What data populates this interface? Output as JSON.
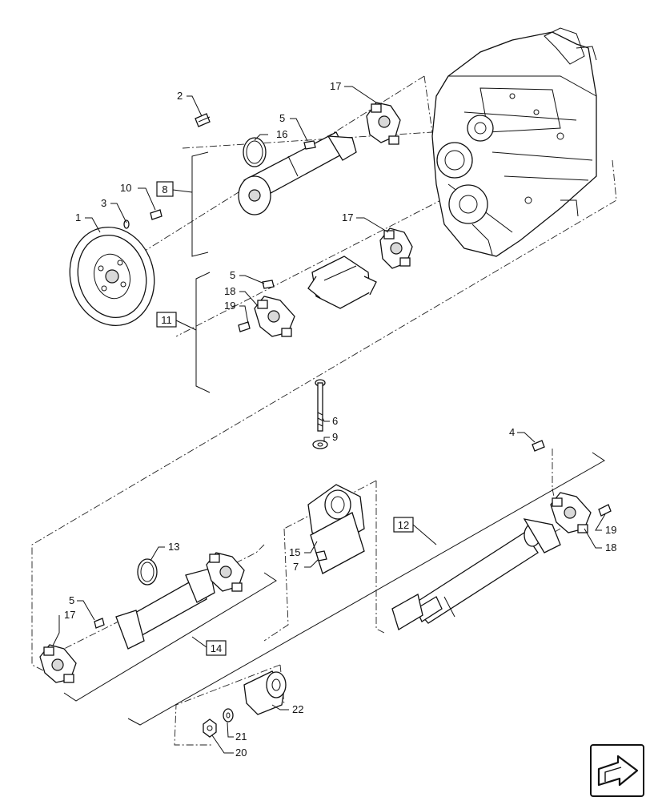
{
  "callouts": {
    "c1": "1",
    "c2": "2",
    "c3": "3",
    "c4": "4",
    "c5a": "5",
    "c5b": "5",
    "c5c": "5",
    "c6": "6",
    "c7": "7",
    "c9": "9",
    "c10": "10",
    "c13": "13",
    "c15": "15",
    "c16": "16",
    "c17a": "17",
    "c17b": "17",
    "c17c": "17",
    "c18a": "18",
    "c18b": "18",
    "c19a": "19",
    "c19b": "19",
    "c20": "20",
    "c21": "21",
    "c22": "22"
  },
  "boxed": {
    "b8": "8",
    "b11": "11",
    "b12": "12",
    "b14": "14"
  },
  "nav_icon": "next-page-arrow-icon"
}
